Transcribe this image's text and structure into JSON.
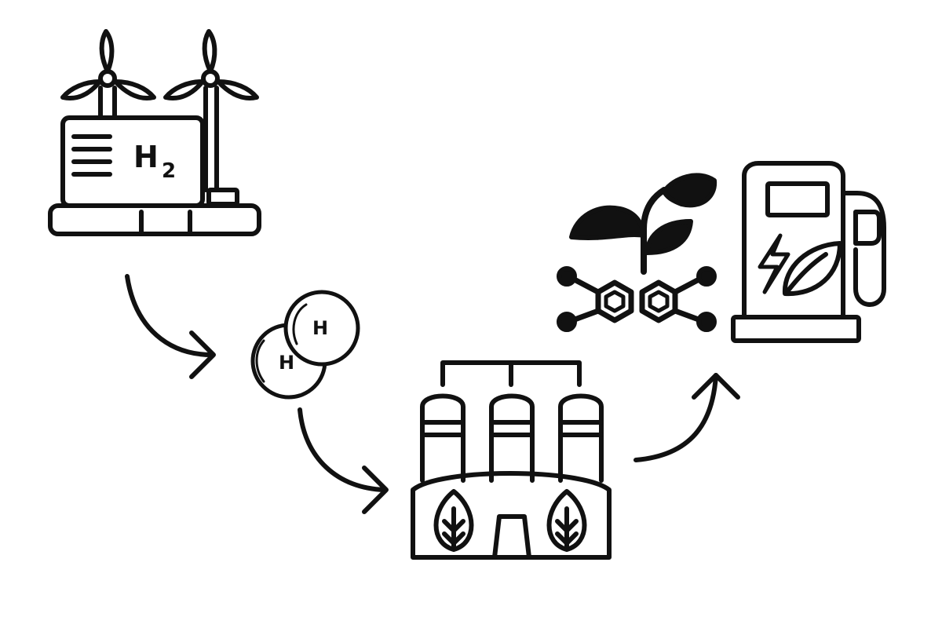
{
  "diagram": {
    "stroke_color": "#111111",
    "background_color": "#ffffff",
    "steps": [
      {
        "id": "wind-electrolysis-plant",
        "icon": "wind-turbine-electrolyzer-icon",
        "label": "H",
        "subscript": "2"
      },
      {
        "id": "hydrogen-molecule",
        "icon": "hydrogen-molecule-icon",
        "atoms": [
          "H",
          "H"
        ]
      },
      {
        "id": "biorefinery",
        "icon": "green-refinery-icon"
      },
      {
        "id": "bio-chemicals",
        "icon": "plant-molecule-icon"
      },
      {
        "id": "green-fuel-station",
        "icon": "eco-fuel-pump-icon"
      }
    ],
    "arrows": [
      "arrow-plant-to-molecule",
      "arrow-molecule-to-refinery",
      "arrow-refinery-to-products"
    ]
  }
}
